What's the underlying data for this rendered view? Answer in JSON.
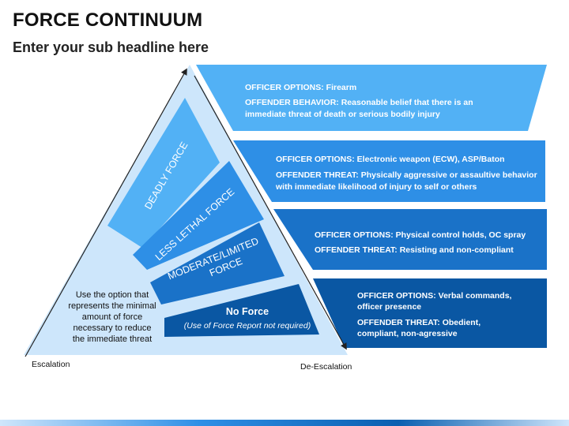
{
  "header": {
    "title": "FORCE CONTINUUM",
    "subtitle": "Enter your sub headline here"
  },
  "pyramid": {
    "levels": [
      {
        "label": "DEADLY FORCE"
      },
      {
        "label": "LESS LETHAL FORCE"
      },
      {
        "label_lines": [
          "MODERATE/LIMITED",
          "FORCE"
        ]
      },
      {
        "label": "No Force",
        "sublabel": "(Use of Force Report not required)"
      }
    ],
    "note_lines": [
      "Use the option that",
      "represents the minimal",
      "amount of force",
      "necessary to reduce",
      "the immediate threat"
    ],
    "escalation_label": "Escalation",
    "deescalation_label": "De-Escalation"
  },
  "options": [
    {
      "officer": "OFFICER OPTIONS: Firearm",
      "offender_lines": [
        "OFFENDER BEHAVIOR: Reasonable belief that there is an",
        "immediate threat of death or serious bodily injury"
      ]
    },
    {
      "officer": "OFFICER OPTIONS: Electronic weapon (ECW), ASP/Baton",
      "offender_lines": [
        "OFFENDER THREAT: Physically aggressive or assaultive behavior",
        "with immediate likelihood of injury to self or others"
      ]
    },
    {
      "officer": "OFFICER OPTIONS: Physical control holds, OC spray",
      "offender_lines": [
        "OFFENDER THREAT: Resisting and non-compliant"
      ]
    },
    {
      "officer_lines": [
        "OFFICER OPTIONS: Verbal commands,",
        "officer presence"
      ],
      "offender_lines": [
        "OFFENDER THREAT: Obedient,",
        "compliant, non-agressive"
      ]
    }
  ],
  "colors": {
    "triangle": "#cde6fb",
    "band1": "#52b1f5",
    "band2": "#2e8fe6",
    "band3": "#1a72c8",
    "band4": "#0a57a3",
    "arrow": "#222222"
  }
}
